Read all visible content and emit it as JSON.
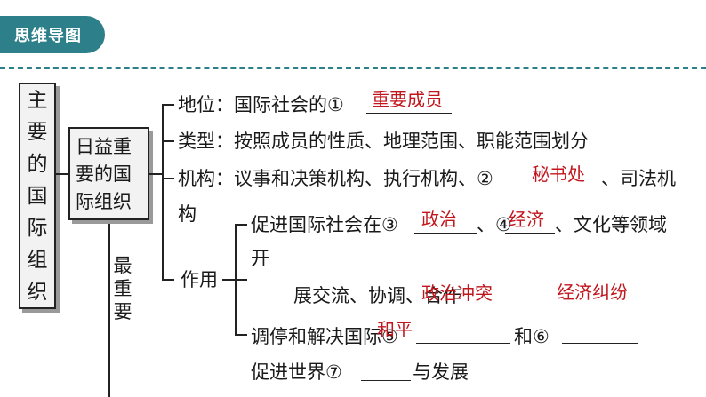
{
  "header": {
    "title": "思维导图"
  },
  "main_topic": "主要的国际组织",
  "sub_topic": "日益重要的国际组织",
  "side_label": "最重要",
  "branches": {
    "status_prefix": "地位：国际社会的①",
    "status_answer": "重要成员",
    "types": "类型：按照成员的性质、地理范围、职能范围划分",
    "org_prefix": "机构：议事和决策机构、执行机构、②",
    "org_answer": "秘书处",
    "org_suffix": "、司法机",
    "org_wrap": "构",
    "role_label": "作用"
  },
  "roles": {
    "r1_prefix": "促进国际社会在③",
    "r1_ans1": "政治",
    "r1_mid": "、④",
    "r1_ans2": "经济",
    "r1_suffix": "、文化等领域",
    "r1_wrap": "开",
    "r2_text": "展交流、协调、合作",
    "r2_ans1": "政治冲突",
    "r2_ans2": "经济纠纷",
    "r3_prefix": "调停和解决国际⑤",
    "r3_mid": "和⑥",
    "r3_ans": "和平",
    "r4_prefix": "促进世界⑦",
    "r4_suffix": "与发展"
  }
}
